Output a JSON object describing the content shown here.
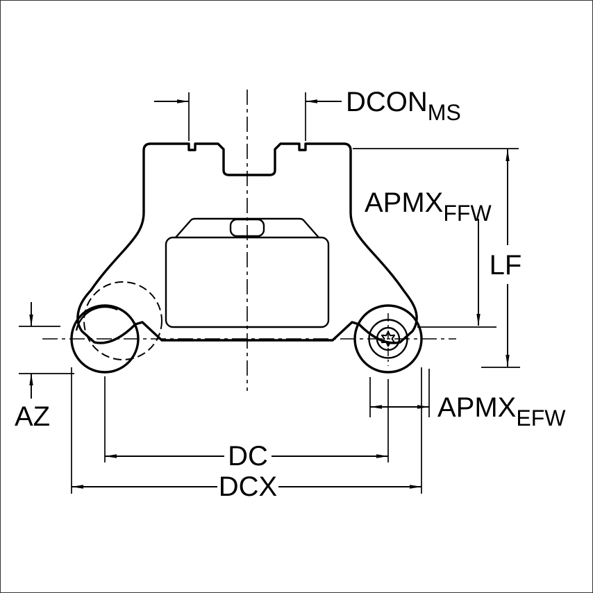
{
  "diagram": {
    "type": "technical-dimension-drawing",
    "subject": "round-insert-face-milling-cutter-front-view",
    "colors": {
      "body": "#B9CBD6",
      "insert": "#FCC602",
      "screw": "#D8D8D8",
      "line": "#000000",
      "background": "#FFFFFF"
    },
    "labels": {
      "dcon": {
        "main": "DCON",
        "sub": "MS"
      },
      "apmx_ffw": {
        "main": "APMX",
        "sub": "FFW"
      },
      "lf": {
        "main": "LF"
      },
      "apmx_efw": {
        "main": "APMX",
        "sub": "EFW"
      },
      "az": {
        "main": "AZ"
      },
      "dc": {
        "main": "DC"
      },
      "dcx": {
        "main": "DCX"
      }
    }
  }
}
